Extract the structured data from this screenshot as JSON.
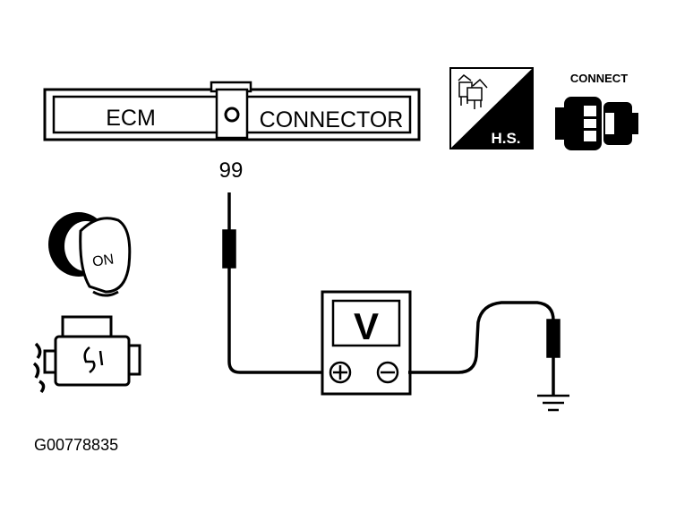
{
  "connector": {
    "left_label": "ECM",
    "right_label": "CONNECTOR"
  },
  "terminal": {
    "number": "99"
  },
  "badges": {
    "hs_label": "H.S.",
    "connect_label": "CONNECT"
  },
  "ignition": {
    "label": "ON"
  },
  "meter": {
    "label": "V"
  },
  "figure_id": "G00778835",
  "icons": [
    "ignition-key-icon",
    "engine-icon",
    "hs-badge-icon",
    "connect-plug-icon",
    "ground-icon",
    "voltmeter-icon"
  ]
}
